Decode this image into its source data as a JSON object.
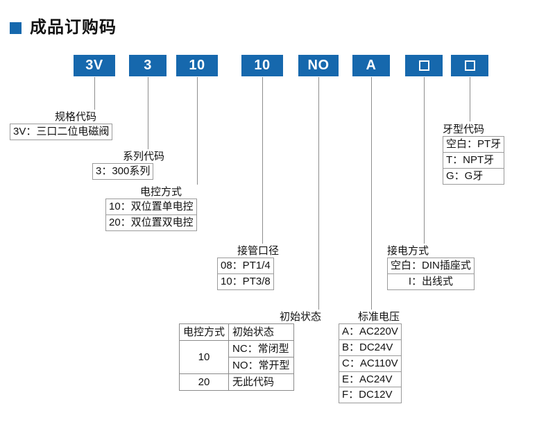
{
  "header": {
    "title": "成品订购码",
    "bullet_color": "#1668ad"
  },
  "code_boxes": [
    {
      "label": "3V",
      "blank": false
    },
    {
      "label": "3",
      "blank": false
    },
    {
      "label": "10",
      "blank": false
    },
    {
      "label": "10",
      "blank": false
    },
    {
      "label": "NO",
      "blank": false
    },
    {
      "label": "A",
      "blank": false
    },
    {
      "label": "□",
      "blank": true
    },
    {
      "label": "□",
      "blank": true
    }
  ],
  "annotations": {
    "spec": {
      "title": "规格代码",
      "options": [
        "3V：三口二位电磁阀"
      ]
    },
    "series": {
      "title": "系列代码",
      "options": [
        "3：300系列"
      ]
    },
    "control": {
      "title": "电控方式",
      "options": [
        "10：双位置单电控",
        "20：双位置双电控"
      ]
    },
    "port": {
      "title": "接管口径",
      "options": [
        "08：PT1/4",
        "10：PT3/8"
      ]
    },
    "initial_state": {
      "title": "初始状态",
      "table": {
        "headers": [
          "电控方式",
          "初始状态"
        ],
        "rows": [
          {
            "code": "10",
            "states": [
              "NC：常闭型",
              "NO：常开型"
            ]
          },
          {
            "code": "20",
            "states": [
              "无此代码"
            ]
          }
        ]
      }
    },
    "voltage": {
      "title": "标准电压",
      "options": [
        "A：AC220V",
        "B：DC24V",
        "C：AC110V",
        "E：AC24V",
        "F：DC12V"
      ]
    },
    "wiring": {
      "title": "接电方式",
      "options": [
        "空白：DIN插座式",
        "I：出线式"
      ]
    },
    "thread": {
      "title": "牙型代码",
      "options": [
        "空白：PT牙",
        "T：NPT牙",
        "G：G牙"
      ]
    }
  }
}
